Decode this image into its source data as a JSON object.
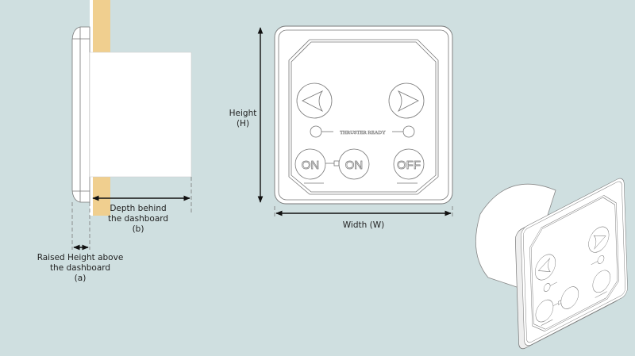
{
  "colors": {
    "background": "#cfdfe0",
    "dashboard": "#f0cf8f",
    "device": "#ffffff",
    "outline": "#777777"
  },
  "side_view": {
    "depth_label": [
      "Depth behind",
      "the dashboard",
      "(b)"
    ],
    "raised_label": [
      "Raised Height above",
      "the dashboard",
      "(a)"
    ]
  },
  "front_view": {
    "height_label": [
      "Height",
      "(H)"
    ],
    "width_label": "Width (W)",
    "buttons": {
      "left": "left-arrow",
      "right": "right-arrow",
      "on1": "ON",
      "on2": "ON",
      "off": "OFF"
    },
    "ready_label": "THRUSTER READY"
  }
}
